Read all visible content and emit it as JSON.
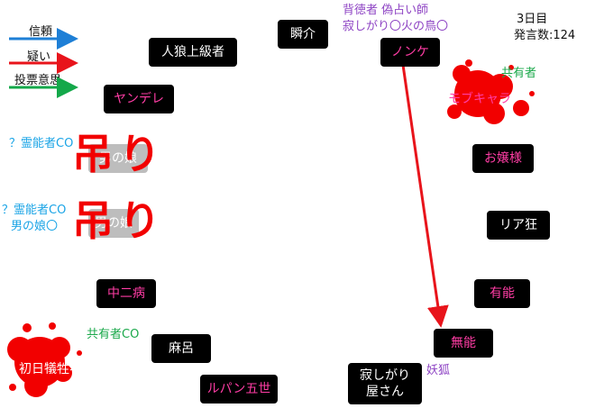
{
  "legend": {
    "trust": {
      "label": "信頼",
      "color": "#1e7fd6"
    },
    "doubt": {
      "label": "疑い",
      "color": "#e8141b"
    },
    "vote": {
      "label": "投票意思",
      "color": "#14a84a"
    }
  },
  "info": {
    "day": "3日目",
    "statements": "発言数:124"
  },
  "players": {
    "shunsuke": "瞬介",
    "jinro": "人狼上級者",
    "nonke": "ノンケ",
    "yandere": "ヤンデレ",
    "mob": "モブキャラ",
    "ojou": "お嬢様",
    "riajuu": "リア狂",
    "chuuni": "中二病",
    "yuunou": "有能",
    "munou": "無能",
    "mahoro": "麻呂",
    "lupin": "ルパン五世",
    "sabishigari": "寂しがり\n屋さん",
    "victim": "初日犠牲者",
    "hanged1": "男の娘",
    "hanged2": "男の娘"
  },
  "annotations": {
    "nonke_role1": "背徳者 偽占い師",
    "nonke_role2": "寂しがり〇火の鳥〇",
    "mob_co": "共有者",
    "medium1": "？霊能者CO",
    "medium2": "？霊能者CO",
    "otoko_mark": "男の娘〇",
    "kyouyuu_co": "共有者CO",
    "youko": "妖狐"
  },
  "hang_label": "吊り",
  "colors": {
    "blood": "#f20000",
    "pink_text": "#ff3da5",
    "arrow": "#e8141b"
  }
}
